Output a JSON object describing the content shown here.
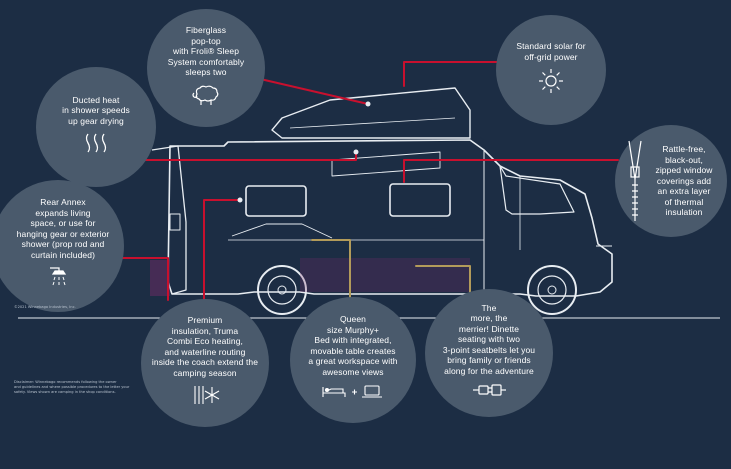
{
  "colors": {
    "background": "#1c2d44",
    "bubble": "#4a5a6c",
    "leader_red": "#c8102e",
    "leader_tan": "#b39b5a",
    "leader_purple": "#7b2d6b",
    "van_outline": "#e8edf2"
  },
  "callouts": [
    {
      "id": "popup",
      "text": "Fiberglass\npop-top\nwith Froli® Sleep\nSystem comfortably\nsleeps two",
      "icon": "sheep-icon"
    },
    {
      "id": "solar",
      "text": "Standard solar for\noff-grid power",
      "icon": "sun-icon"
    },
    {
      "id": "heat",
      "text": "Ducted heat\nin shower speeds\nup gear drying",
      "icon": "heat-waves-icon"
    },
    {
      "id": "windows",
      "text": "Rattle-free,\nblack-out,\nzipped window\ncoverings add\nan extra layer\nof thermal\ninsulation",
      "icon": "zipper-icon"
    },
    {
      "id": "annex",
      "text": "Rear Annex\nexpands living\nspace, or use for\nhanging gear or exterior\nshower (prop rod and\ncurtain included)",
      "icon": "shower-icon"
    },
    {
      "id": "insulation",
      "text": "Premium\ninsulation, Truma\nCombi Eco heating,\nand waterline routing\ninside the coach extend the\ncamping season",
      "icon": "snowflake-icon"
    },
    {
      "id": "murphy",
      "text": "Queen\nsize Murphy+\nBed with integrated,\nmovable table creates\na great workspace with\nawesome views",
      "icon": "bed-laptop-icon"
    },
    {
      "id": "dinette",
      "text": "The\nmore, the\nmerrier! Dinette\nseating with two\n3-point seatbelts let you\nbring family or friends\nalong for the adventure",
      "icon": "seatbelt-icon"
    }
  ],
  "footnote": {
    "copyright": "©2021 Winnebago Industries, Inc.",
    "disclaimer": "Disclaimer: Winnebago recommends following the owner\nand guidelines and where possible procedures to the letter your\nsafety. Views shown are camping in the shop conditions."
  }
}
